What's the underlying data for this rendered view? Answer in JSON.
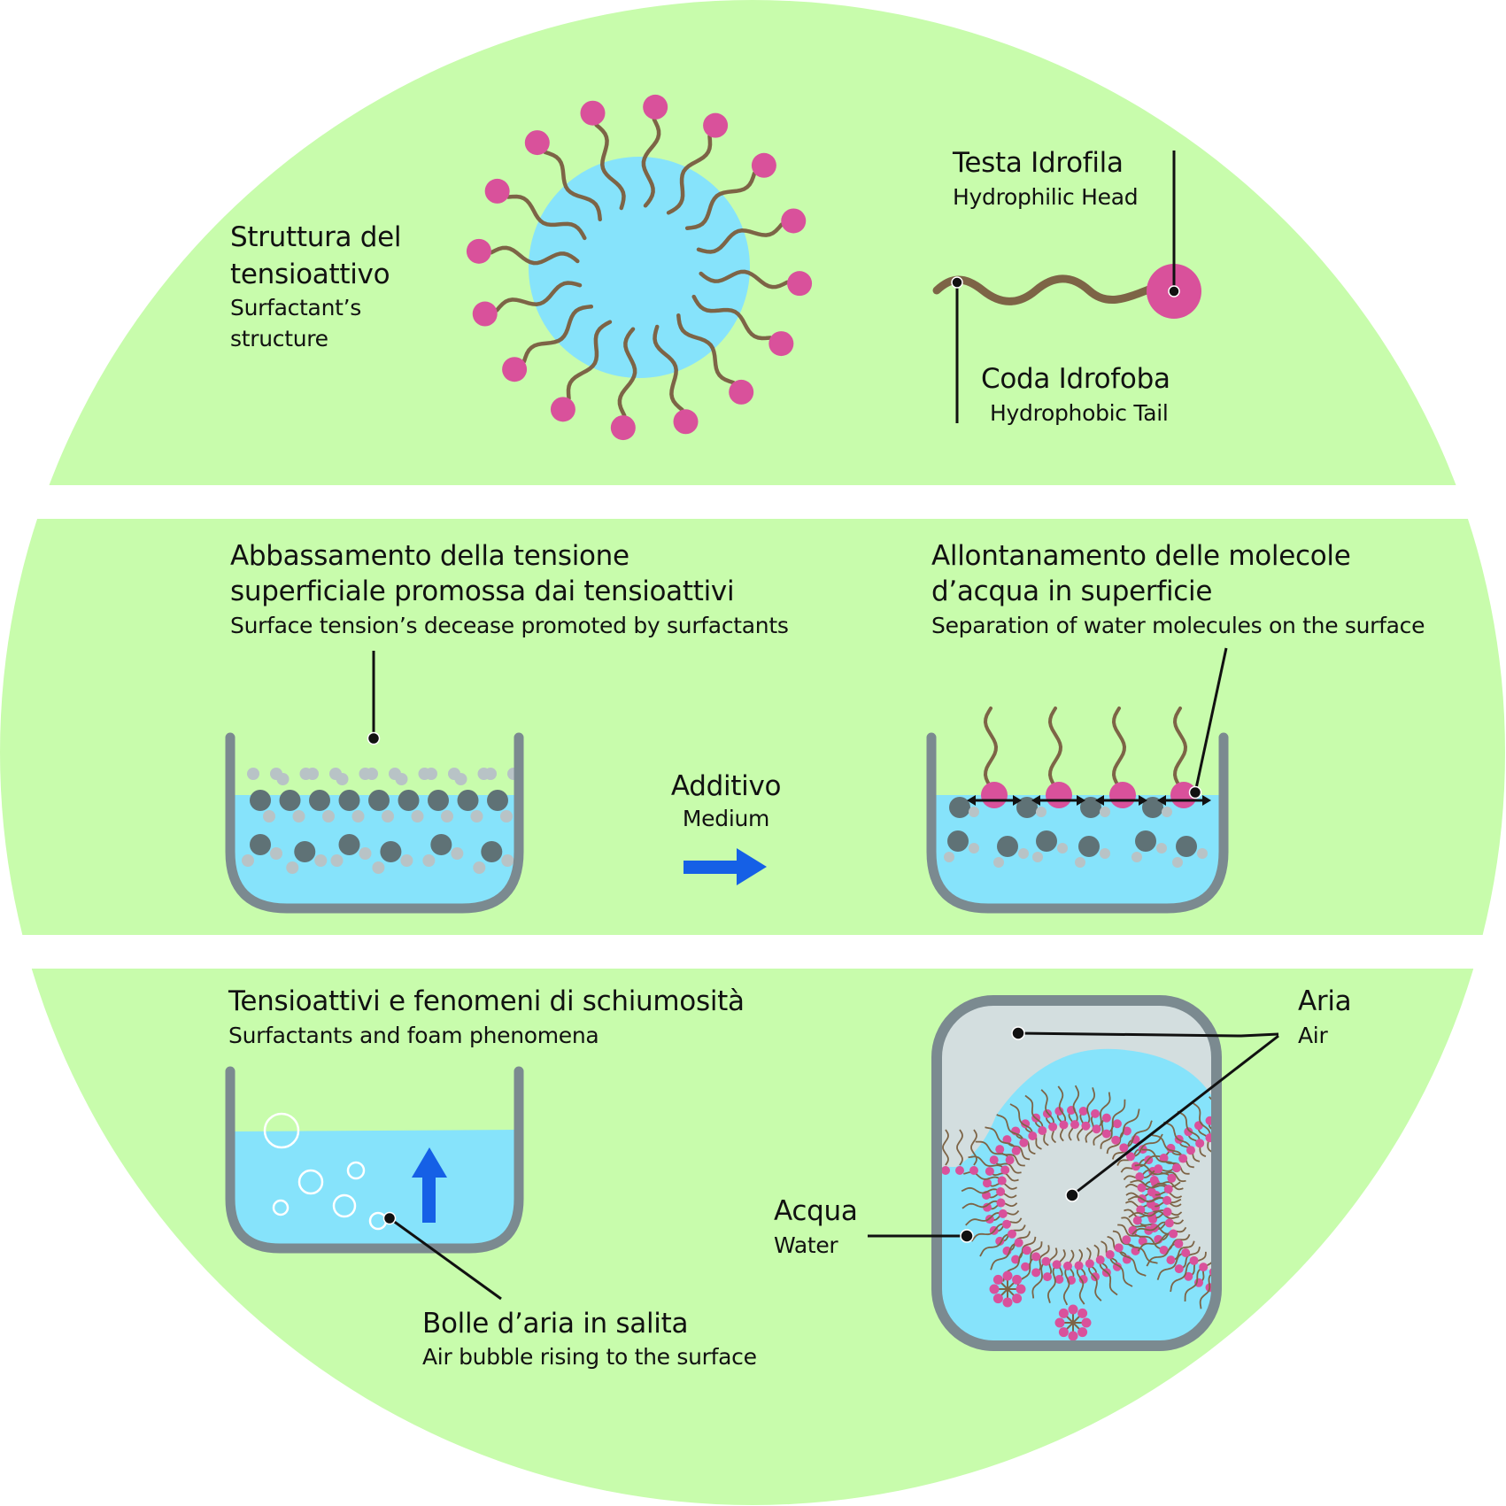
{
  "colors": {
    "background_disc": "#c8fcac",
    "water": "#86e3fb",
    "air": "#d3dedf",
    "container": "#7b8a90",
    "hydrophilic_head": "#d9519b",
    "hydrophobic_tail": "#7d6446",
    "water_molecule_dark": "#5f7276",
    "water_molecule_light": "#b8c3c6",
    "arrow": "#1560e6",
    "leader_line": "#111111"
  },
  "panel_1": {
    "title_it_line1": "Struttura del",
    "title_it_line2": "tensioattivo",
    "title_en_line1": "Surfactant’s",
    "title_en_line2": "structure",
    "head_label_it": "Testa Idrofila",
    "head_label_en": "Hydrophilic Head",
    "tail_label_it": "Coda Idrofoba",
    "tail_label_en": "Hydrophobic Tail",
    "micelle_surfactant_count": 16
  },
  "panel_2": {
    "left_title_it_line1": "Abbassamento della tensione",
    "left_title_it_line2": "superficiale promossa dai tensioattivi",
    "left_title_en": "Surface tension’s decease promoted by surfactants",
    "right_title_it_line1": "Allontanamento delle molecole",
    "right_title_it_line2": "d’acqua in superficie",
    "right_title_en": "Separation of water molecules on the surface",
    "arrow_label_it": "Additivo",
    "arrow_label_en": "Medium",
    "surface_surfactant_count": 4
  },
  "panel_3": {
    "title_it": "Tensioattivi e fenomeni di schiumosità",
    "title_en": "Surfactants and foam phenomena",
    "bubble_label_it": "Bolle d’aria in salita",
    "bubble_label_en": "Air bubble rising to the surface",
    "air_label_it": "Aria",
    "air_label_en": "Air",
    "water_label_it": "Acqua",
    "water_label_en": "Water"
  }
}
